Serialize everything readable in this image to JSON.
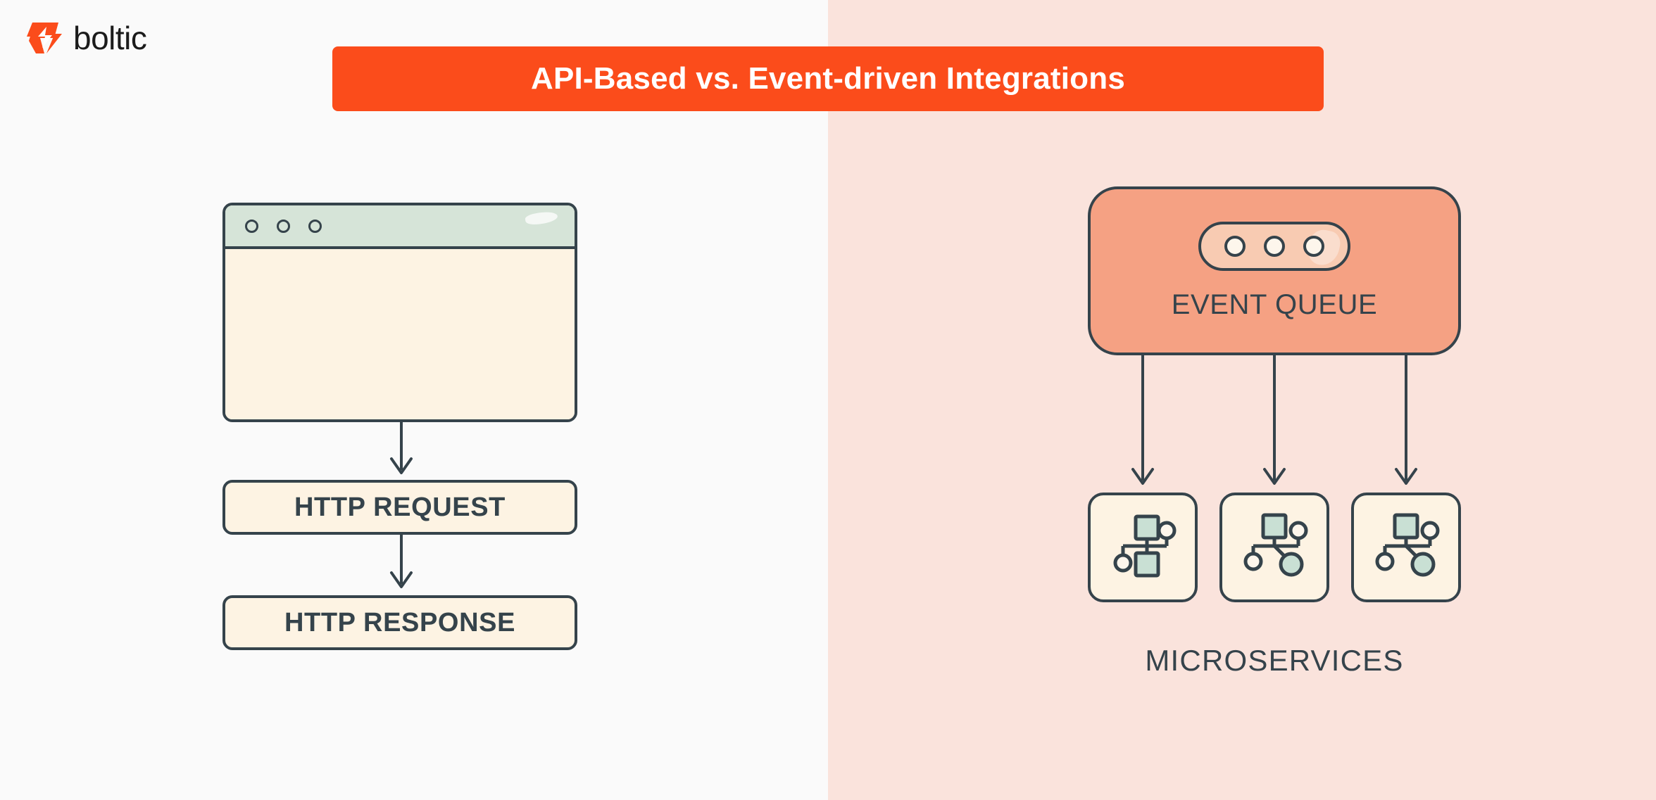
{
  "brand": {
    "name": "boltic",
    "logo_icon": "boltic-bolt-icon",
    "accent_color": "#FB4C1B"
  },
  "banner": {
    "title": "API-Based vs. Event-driven Integrations",
    "background_color": "#FB4C1B",
    "text_color": "#FFFFFF"
  },
  "colors": {
    "panel_left_bg": "#FAFAFA",
    "panel_right_bg": "#FAE3DC",
    "stroke": "#35434B",
    "cream": "#FDF3E3",
    "mint": "#C9E0D4",
    "titlebar_green": "#D6E4D8",
    "salmon": "#F5A183",
    "salmon_light": "#F8CBB2"
  },
  "left_panel": {
    "name": "api-based-integration",
    "browser": {
      "icon": "browser-window-icon",
      "titlebar_dots": [
        "dot-1",
        "dot-2",
        "dot-3"
      ]
    },
    "steps": [
      {
        "id": "http-request",
        "label": "HTTP REQUEST"
      },
      {
        "id": "http-response",
        "label": "HTTP RESPONSE"
      }
    ],
    "arrows": [
      {
        "id": "arrow-browser-to-request",
        "direction": "down"
      },
      {
        "id": "arrow-request-to-response",
        "direction": "down"
      }
    ]
  },
  "right_panel": {
    "name": "event-driven-integration",
    "queue": {
      "label": "EVENT QUEUE",
      "icon": "queue-pill-icon",
      "dots": [
        "queue-dot-1",
        "queue-dot-2",
        "queue-dot-3"
      ]
    },
    "arrows": [
      {
        "id": "arrow-queue-to-service-1",
        "direction": "down"
      },
      {
        "id": "arrow-queue-to-service-2",
        "direction": "down"
      },
      {
        "id": "arrow-queue-to-service-3",
        "direction": "down"
      }
    ],
    "microservices": {
      "label": "MICROSERVICES",
      "cards": [
        {
          "id": "microservice-1",
          "icon": "network-topology-icon",
          "variant": "two-squares"
        },
        {
          "id": "microservice-2",
          "icon": "network-topology-icon",
          "variant": "square-and-circle"
        },
        {
          "id": "microservice-3",
          "icon": "network-topology-icon",
          "variant": "square-and-circle"
        }
      ]
    }
  }
}
